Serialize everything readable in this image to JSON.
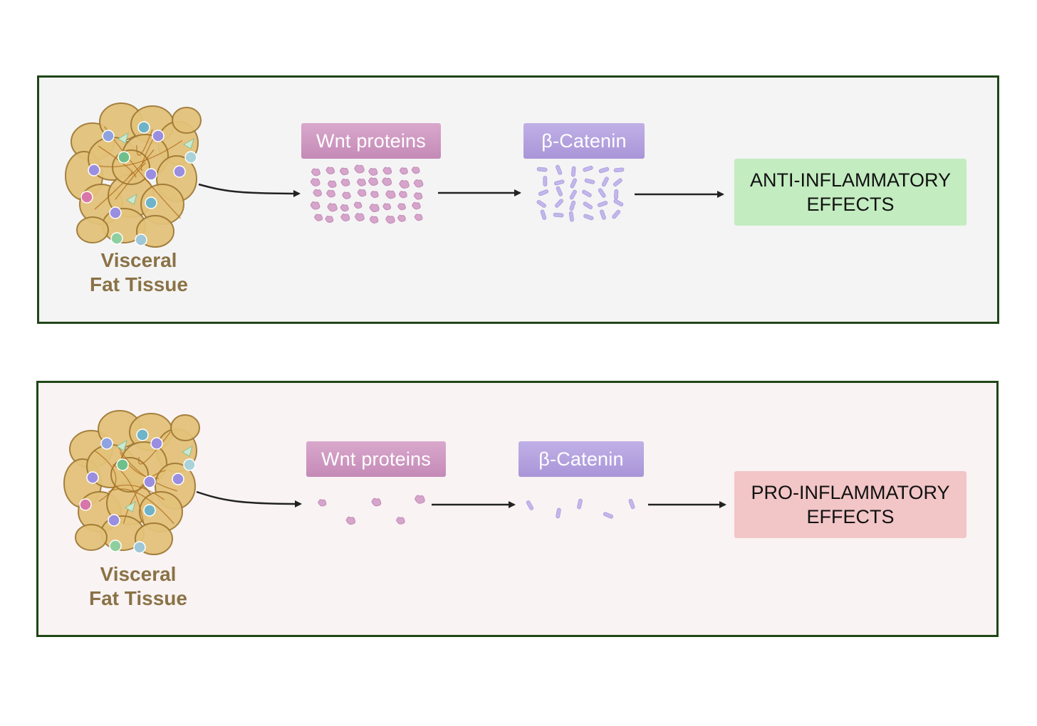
{
  "panels": [
    {
      "tissue_label_line1": "Visceral",
      "tissue_label_line2": "Fat Tissue",
      "wnt_label": "Wnt proteins",
      "catenin_label": "β-Catenin",
      "outcome_label": "ANTI-INFLAMMATORY\nEFFECTS",
      "background": "#f4f4f4",
      "outcome_color": "#c3ecc0",
      "density": "high"
    },
    {
      "tissue_label_line1": "Visceral",
      "tissue_label_line2": "Fat Tissue",
      "wnt_label": "Wnt proteins",
      "catenin_label": "β-Catenin",
      "outcome_label": "PRO-INFLAMMATORY\nEFFECTS",
      "background": "#f9f3f3",
      "outcome_color": "#f2c5c6",
      "density": "low"
    }
  ],
  "colors": {
    "border": "#1f4617",
    "fat_cell": "#e3c27a",
    "fat_cell_outline": "#a07a35",
    "wnt_particle": "#d6a5cb",
    "catenin_particle": "#c3b7ea",
    "arrow": "#222222"
  },
  "icons": [
    "fat-tissue-icon",
    "wnt-protein-icon",
    "beta-catenin-icon",
    "arrow-icon"
  ]
}
